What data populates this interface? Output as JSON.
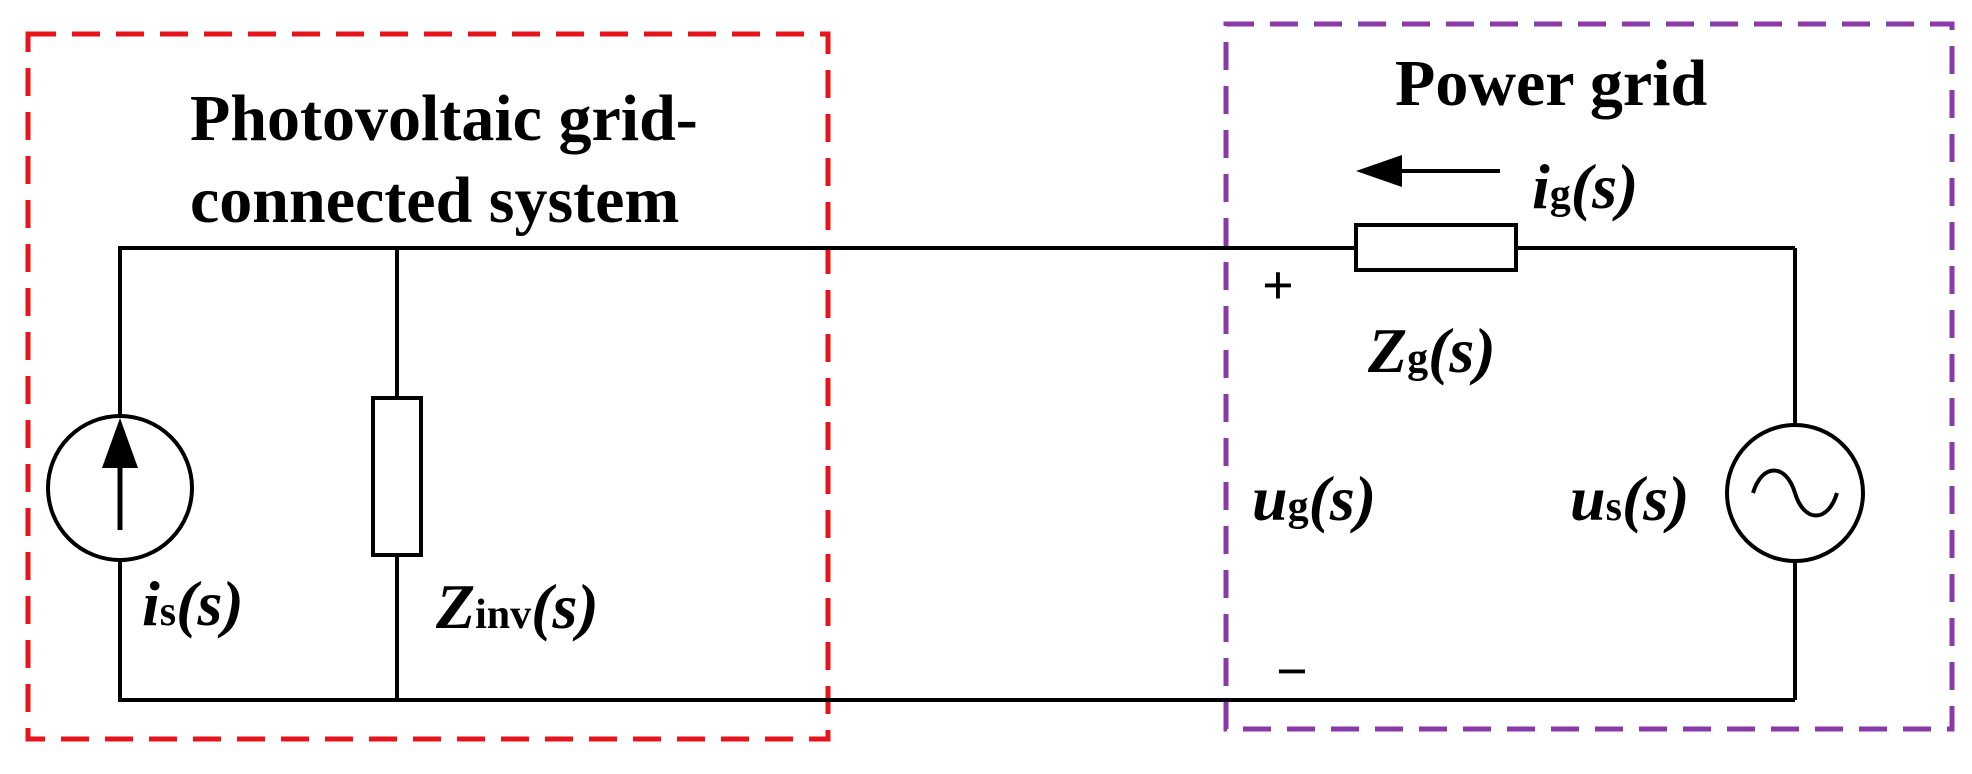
{
  "left_box": {
    "title_line1": "Photovoltaic grid-",
    "title_line2": "connected system",
    "border_color": "#e8141b"
  },
  "right_box": {
    "title": "Power grid",
    "border_color": "#8a3aa8"
  },
  "labels": {
    "i_s": {
      "main": "i",
      "sub": "s",
      "arg": "(s)"
    },
    "z_inv": {
      "main": "Z",
      "sub": "inv",
      "arg": "(s)"
    },
    "i_g": {
      "main": "i",
      "sub": "g",
      "arg": "(s)"
    },
    "z_g": {
      "main": "Z",
      "sub": "g",
      "arg": "(s)"
    },
    "u_g": {
      "main": "u",
      "sub": "g",
      "arg": "(s)"
    },
    "u_s": {
      "main": "u",
      "sub": "s",
      "arg": "(s)"
    },
    "plus": "+",
    "minus": "−"
  },
  "icons": {
    "current_source": "current-source-icon",
    "voltage_source": "ac-voltage-source-icon",
    "impedance": "resistor-box-icon",
    "current_direction": "arrow-left-icon"
  }
}
